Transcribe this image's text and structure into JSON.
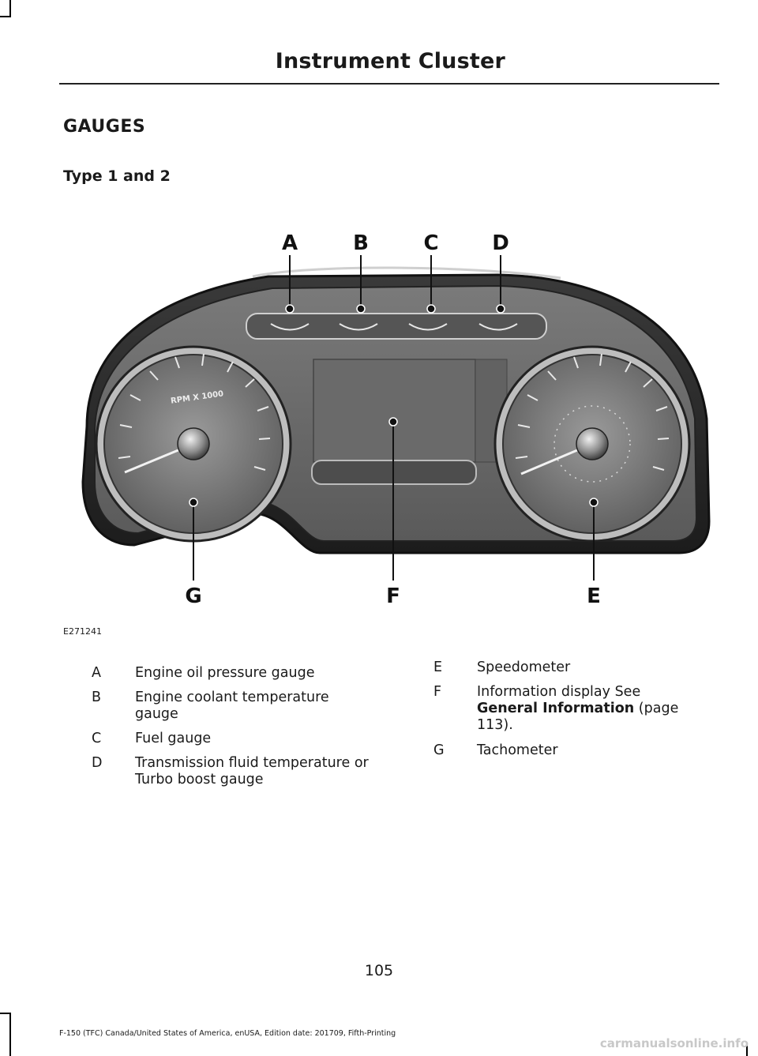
{
  "header": {
    "title": "Instrument Cluster"
  },
  "section": {
    "heading": "GAUGES",
    "subheading": "Type 1 and 2"
  },
  "figure": {
    "id": "E271241",
    "callouts": [
      "A",
      "B",
      "C",
      "D",
      "E",
      "F",
      "G"
    ],
    "dial_label": "RPM X 1000"
  },
  "legend": {
    "left": [
      {
        "key": "A",
        "text": "Engine oil pressure gauge"
      },
      {
        "key": "B",
        "text": "Engine coolant temperature gauge"
      },
      {
        "key": "C",
        "text": "Fuel gauge"
      },
      {
        "key": "D",
        "text": "Transmission fluid temperature or Turbo boost gauge"
      }
    ],
    "right": [
      {
        "key": "E",
        "text": "Speedometer"
      },
      {
        "key": "F",
        "text_before": "Information display  See",
        "link": "General Information",
        "text_after": "(page 113)."
      },
      {
        "key": "G",
        "text": "Tachometer"
      }
    ]
  },
  "page_number": "105",
  "footer": "F-150 (TFC) Canada/United States of America, enUSA, Edition date: 201709, Fifth-Printing",
  "watermark": "carmanualsonline.info"
}
